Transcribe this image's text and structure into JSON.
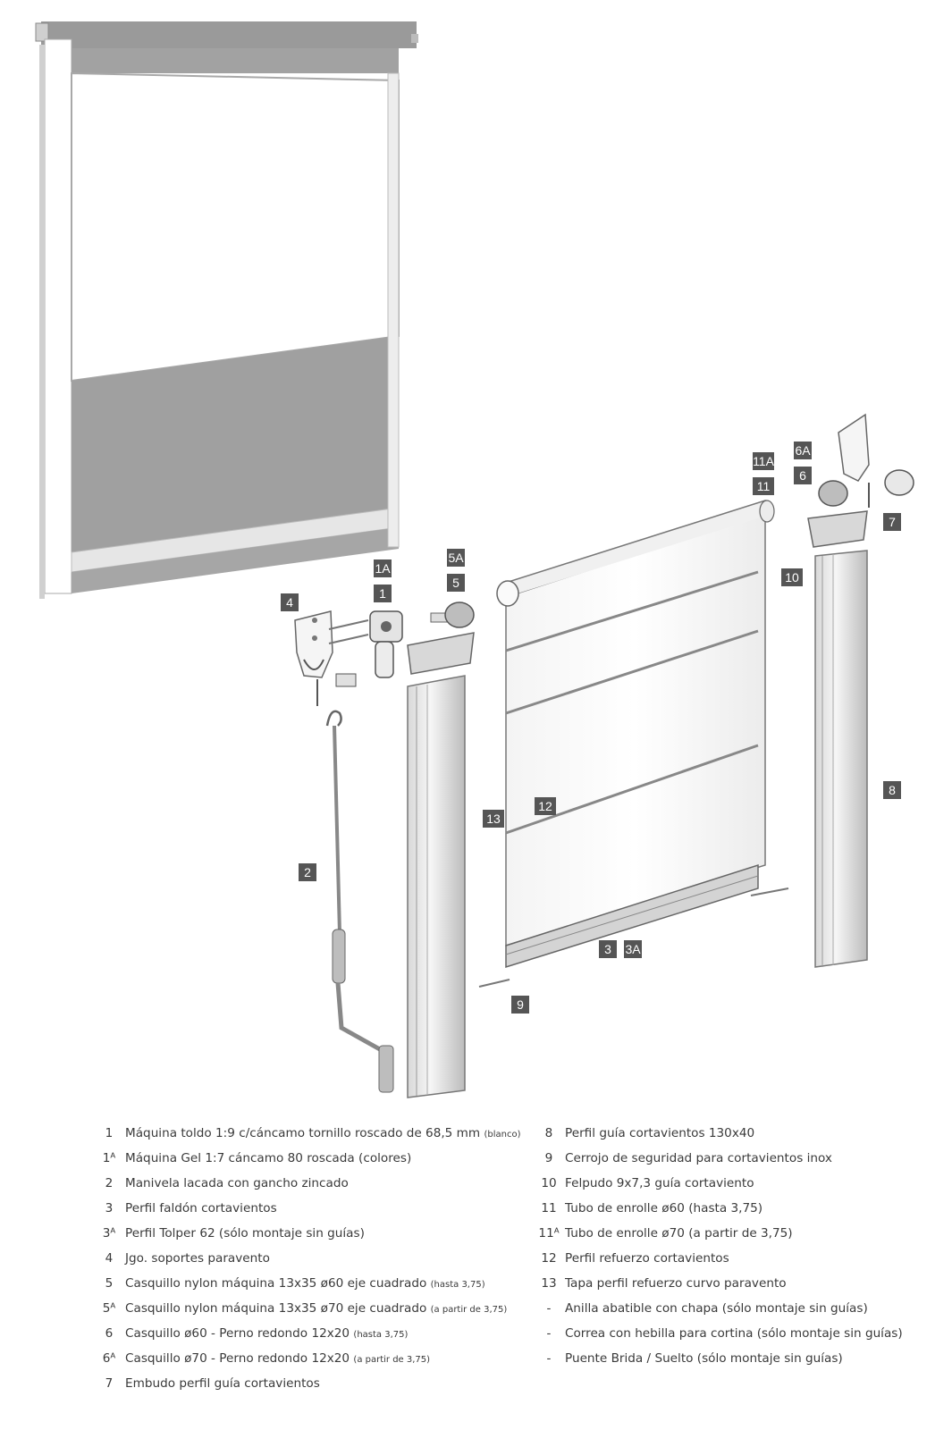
{
  "callouts": [
    {
      "id": "c1",
      "label": "1"
    },
    {
      "id": "c1a",
      "label": "1A"
    },
    {
      "id": "c2",
      "label": "2"
    },
    {
      "id": "c3",
      "label": "3"
    },
    {
      "id": "c3a",
      "label": "3A"
    },
    {
      "id": "c4",
      "label": "4"
    },
    {
      "id": "c5",
      "label": "5"
    },
    {
      "id": "c5a",
      "label": "5A"
    },
    {
      "id": "c6",
      "label": "6"
    },
    {
      "id": "c6a",
      "label": "6A"
    },
    {
      "id": "c7",
      "label": "7"
    },
    {
      "id": "c8",
      "label": "8"
    },
    {
      "id": "c9",
      "label": "9"
    },
    {
      "id": "c10",
      "label": "10"
    },
    {
      "id": "c11",
      "label": "11"
    },
    {
      "id": "c11a",
      "label": "11A"
    },
    {
      "id": "c12",
      "label": "12"
    },
    {
      "id": "c13",
      "label": "13"
    }
  ],
  "legend_left": [
    {
      "num": "1",
      "text": "Máquina toldo 1:9 c/cáncamo tornillo roscado de 68,5 mm",
      "note": "(blanco)"
    },
    {
      "num": "1ᴬ",
      "text": "Máquina Gel 1:7 cáncamo 80 roscada (colores)",
      "note": ""
    },
    {
      "num": "2",
      "text": "Manivela lacada con gancho zincado",
      "note": ""
    },
    {
      "num": "3",
      "text": "Perfil faldón cortavientos",
      "note": ""
    },
    {
      "num": "3ᴬ",
      "text": "Perfil Tolper 62 (sólo montaje sin guías)",
      "note": ""
    },
    {
      "num": "4",
      "text": "Jgo. soportes paravento",
      "note": ""
    },
    {
      "num": "5",
      "text": "Casquillo nylon máquina 13x35 ø60 eje cuadrado",
      "note": "(hasta 3,75)"
    },
    {
      "num": "5ᴬ",
      "text": "Casquillo nylon máquina 13x35 ø70 eje cuadrado",
      "note": "(a partir de 3,75)"
    },
    {
      "num": "6",
      "text": "Casquillo ø60 - Perno redondo 12x20",
      "note": "(hasta 3,75)"
    },
    {
      "num": "6ᴬ",
      "text": "Casquillo ø70 - Perno redondo 12x20",
      "note": "(a partir de 3,75)"
    },
    {
      "num": "7",
      "text": "Embudo perfil guía cortavientos",
      "note": ""
    }
  ],
  "legend_right": [
    {
      "num": "8",
      "text": "Perfil guía cortavientos 130x40",
      "note": ""
    },
    {
      "num": "9",
      "text": "Cerrojo de seguridad para cortavientos inox",
      "note": ""
    },
    {
      "num": "10",
      "text": "Felpudo 9x7,3 guía cortaviento",
      "note": ""
    },
    {
      "num": "11",
      "text": "Tubo de enrolle ø60 (hasta 3,75)",
      "note": ""
    },
    {
      "num": "11ᴬ",
      "text": "Tubo de enrolle ø70 (a partir de 3,75)",
      "note": ""
    },
    {
      "num": "12",
      "text": "Perfil refuerzo cortavientos",
      "note": ""
    },
    {
      "num": "13",
      "text": "Tapa perfil refuerzo curvo paravento",
      "note": ""
    },
    {
      "num": "-",
      "text": "Anilla abatible con chapa (sólo montaje sin guías)",
      "note": ""
    },
    {
      "num": "-",
      "text": "Correa con hebilla para cortina (sólo montaje sin guías)",
      "note": ""
    },
    {
      "num": "-",
      "text": "Puente Brida / Suelto (sólo montaje sin guías)",
      "note": ""
    }
  ]
}
